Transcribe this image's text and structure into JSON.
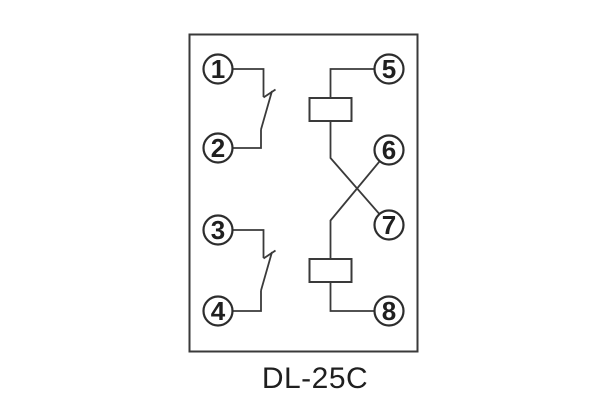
{
  "colors": {
    "background": "#ffffff",
    "line": "#3a3a3a",
    "terminal_stroke": "#2d2d2d",
    "text": "#1f1f1f"
  },
  "diagram": {
    "caption": "DL-25C",
    "terminals": [
      {
        "label": "1"
      },
      {
        "label": "2"
      },
      {
        "label": "3"
      },
      {
        "label": "4"
      },
      {
        "label": "5"
      },
      {
        "label": "6"
      },
      {
        "label": "7"
      },
      {
        "label": "8"
      }
    ]
  }
}
